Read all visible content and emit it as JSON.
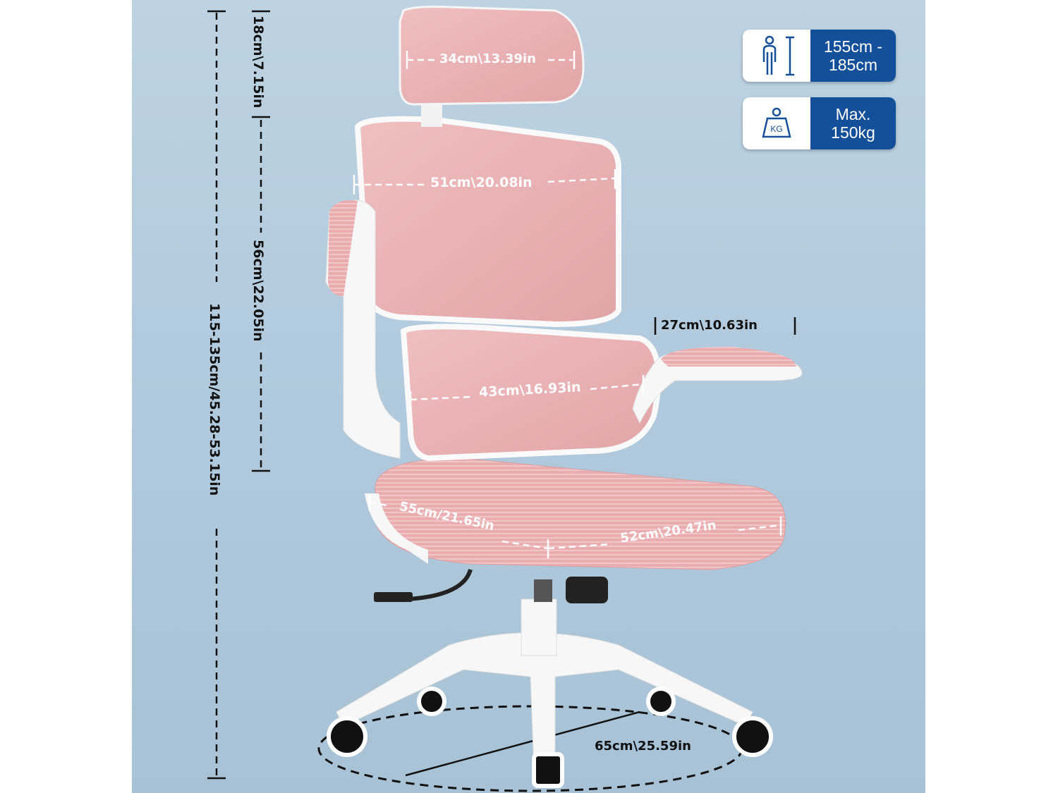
{
  "product": {
    "type": "ergonomic office chair",
    "colors": {
      "mesh": "#e8aeb0",
      "frame": "#f7f7f7",
      "background": "#b4cbdc",
      "badge": "#14509a"
    }
  },
  "badges": [
    {
      "icon": "person-height-icon",
      "line1": "155cm -",
      "line2": "185cm"
    },
    {
      "icon": "kg-weight-icon",
      "line1": "Max.",
      "line2": "150kg",
      "icon_text": "KG"
    }
  ],
  "dimensions": {
    "headrest_height": "18cm\\7.15in",
    "backrest_height": "56cm\\22.05in",
    "total_height": "115-135cm/45.28-53.15in",
    "headrest_width": "34cm\\13.39in",
    "backrest_width": "51cm\\20.08in",
    "armrest_length": "27cm\\10.63in",
    "lumbar_width": "43cm\\16.93in",
    "seat_depth": "55cm/21.65in",
    "seat_width": "52cm\\20.47in",
    "base_diameter": "65cm\\25.59in"
  }
}
